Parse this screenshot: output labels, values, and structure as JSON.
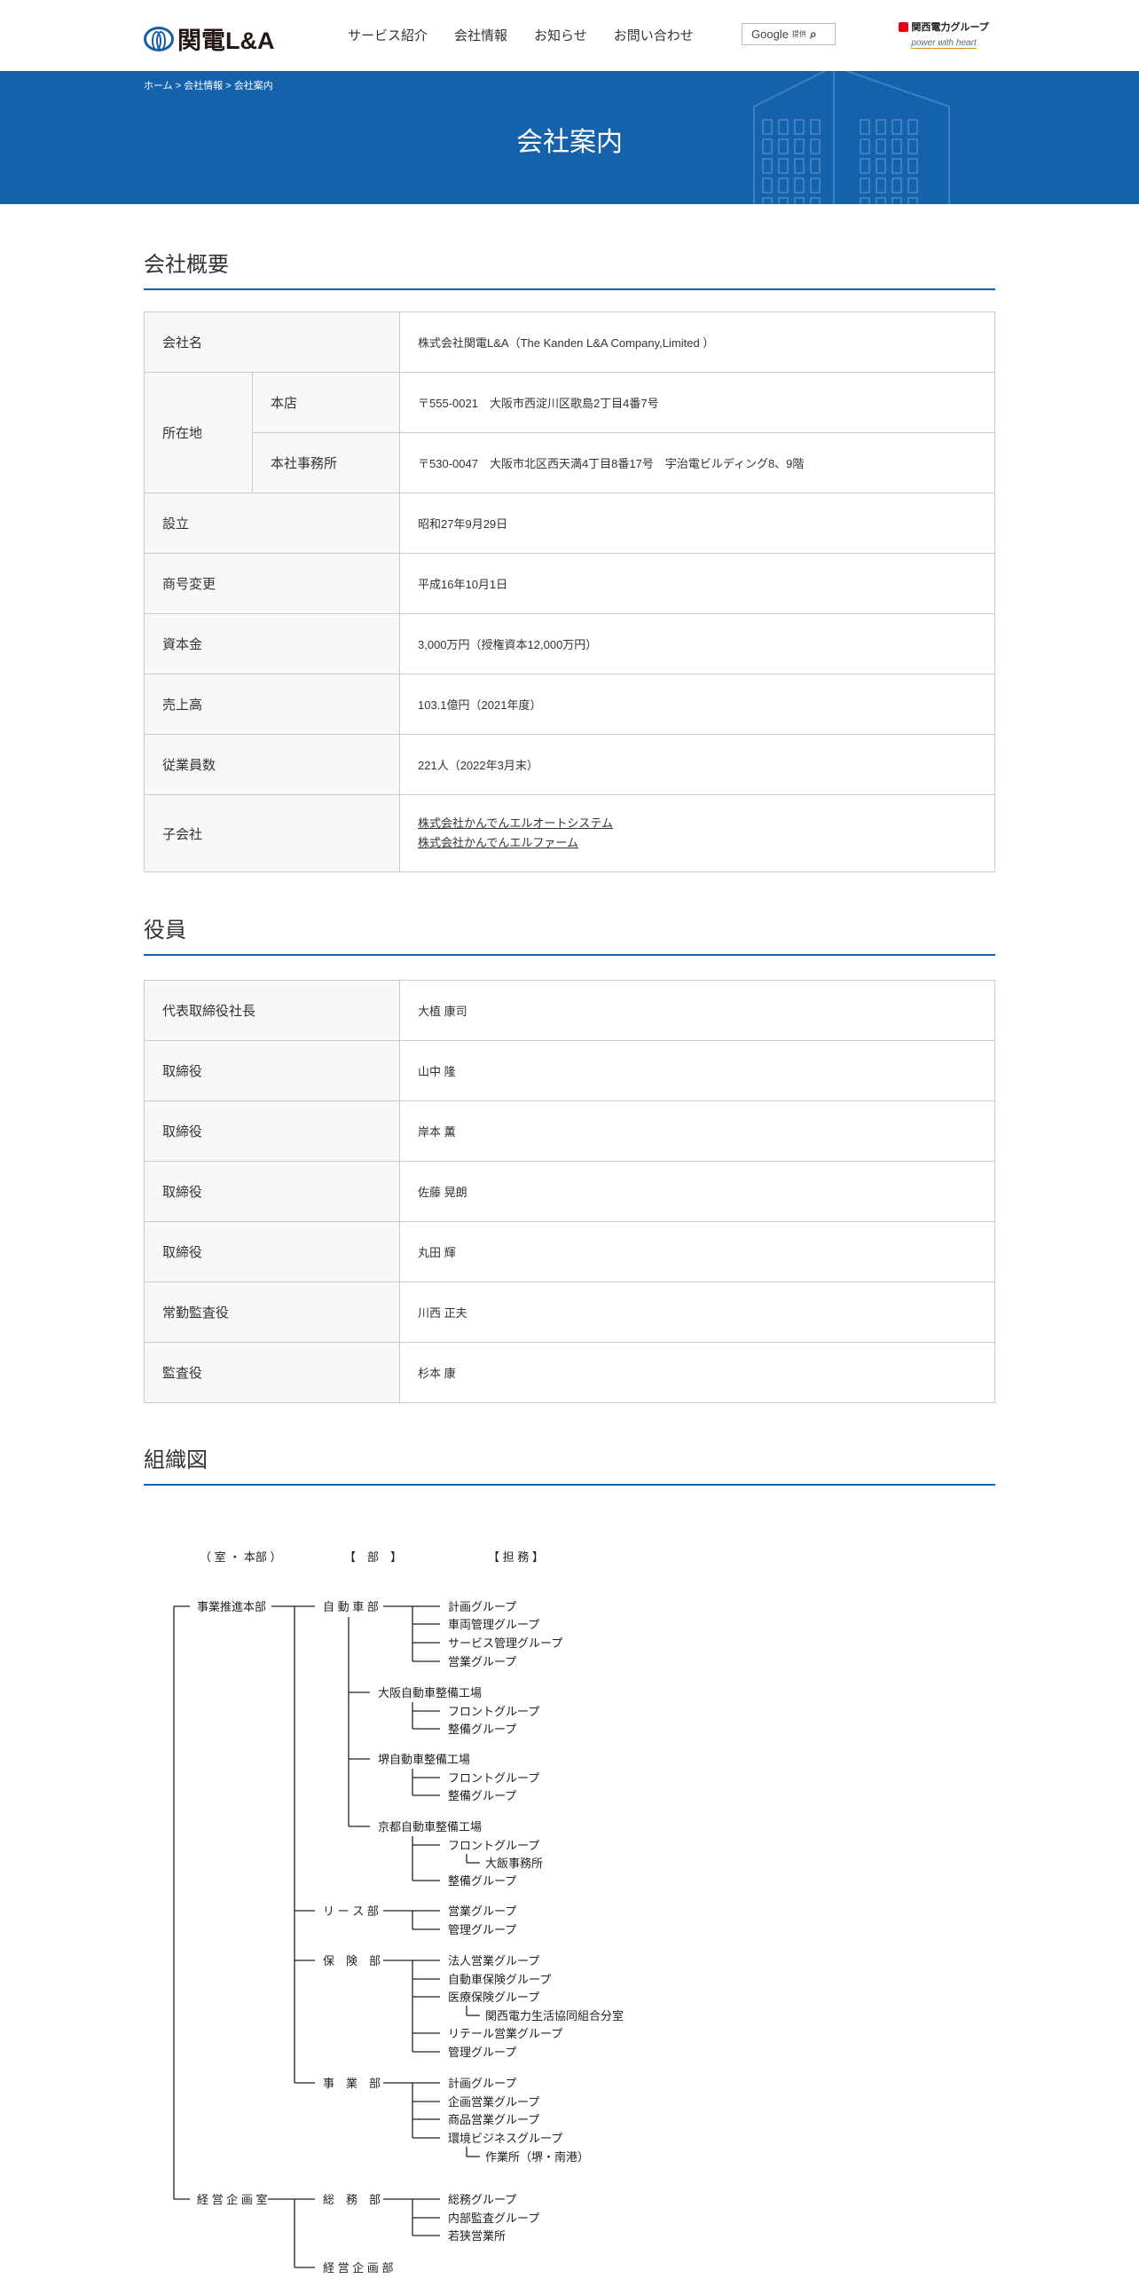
{
  "header": {
    "logo": "関電L&A",
    "nav": [
      "サービス紹介",
      "会社情報",
      "お知らせ",
      "お問い合わせ"
    ],
    "search": {
      "brand": "Google",
      "label": "提供"
    },
    "group_logo": {
      "name": "関西電力グループ",
      "tagline": "power with heart"
    }
  },
  "band": {
    "breadcrumb": [
      "ホーム",
      "会社情報",
      "会社案内"
    ],
    "sep": ">",
    "title": "会社案内"
  },
  "overview": {
    "title": "会社概要",
    "company_name": {
      "label": "会社名",
      "value": "株式会社関電L&A（The Kanden L&A Company,Limited ）"
    },
    "location": {
      "label": "所在地",
      "head": {
        "label": "本店",
        "value": "〒555-0021　大阪市西淀川区歌島2丁目4番7号"
      },
      "office": {
        "label": "本社事務所",
        "value": "〒530-0047　大阪市北区西天満4丁目8番17号　宇治電ビルディング8、9階"
      }
    },
    "rows": [
      {
        "label": "設立",
        "value": "昭和27年9月29日"
      },
      {
        "label": "商号変更",
        "value": "平成16年10月1日"
      },
      {
        "label": "資本金",
        "value": "3,000万円（授権資本12,000万円）"
      },
      {
        "label": "売上高",
        "value": "103.1億円（2021年度）"
      },
      {
        "label": "従業員数",
        "value": "221人（2022年3月末）"
      }
    ],
    "subsidiaries": {
      "label": "子会社",
      "links": [
        "株式会社かんでんエルオートシステム",
        "株式会社かんでんエルファーム"
      ]
    }
  },
  "officers": {
    "title": "役員",
    "rows": [
      {
        "role": "代表取締役社長",
        "name": "大植 康司"
      },
      {
        "role": "取締役",
        "name": "山中 隆"
      },
      {
        "role": "取締役",
        "name": "岸本 薫"
      },
      {
        "role": "取締役",
        "name": "佐藤 晃朗"
      },
      {
        "role": "取締役",
        "name": "丸田 輝"
      },
      {
        "role": "常勤監査役",
        "name": "川西 正夫"
      },
      {
        "role": "監査役",
        "name": "杉本 康"
      }
    ]
  },
  "org": {
    "title": "組織図",
    "headers": [
      "（ 室 ・ 本部 ）",
      "【　部　】",
      "【 担 務 】"
    ],
    "nodes": [
      "事業推進本部",
      "自 動 車 部",
      "計画グループ",
      "車両管理グループ",
      "サービス管理グループ",
      "営業グループ",
      "大阪自動車整備工場",
      "フロントグループ",
      "整備グループ",
      "堺自動車整備工場",
      "フロントグループ",
      "整備グループ",
      "京都自動車整備工場",
      "フロントグループ",
      "大飯事務所",
      "整備グループ",
      "リ ー ス 部",
      "営業グループ",
      "管理グループ",
      "保　険　部",
      "法人営業グループ",
      "自動車保険グループ",
      "医療保険グループ",
      "関西電力生活協同組合分室",
      "リテール営業グループ",
      "管理グループ",
      "事　業　部",
      "計画グループ",
      "企画営業グループ",
      "商品営業グループ",
      "環境ビジネスグループ",
      "作業所（堺・南港）",
      "経 営 企 画 室",
      "総　務　部",
      "総務グループ",
      "内部監査グループ",
      "若狭営業所",
      "経 営 企 画 部"
    ]
  },
  "colors": {
    "brand": "#1462ac",
    "cell_header": "#f7f7f7",
    "border": "#cccccc"
  }
}
